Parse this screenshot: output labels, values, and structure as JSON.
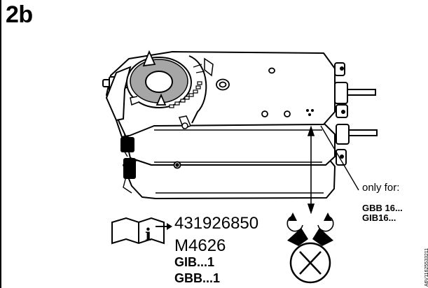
{
  "figure": {
    "label": "2b"
  },
  "note": {
    "only_for": "only for:"
  },
  "models": [
    "GBB 16...",
    "GIB16..."
  ],
  "info": {
    "part_number": "431926850",
    "model_code": "M4626",
    "types": [
      "GIB...1",
      "GBB...1"
    ]
  },
  "document_id": "A6V11625533211",
  "icons": [
    "info-manual-icon",
    "arrow-right-icon",
    "rotation-arrows-icon",
    "no-manual-override-icon"
  ]
}
